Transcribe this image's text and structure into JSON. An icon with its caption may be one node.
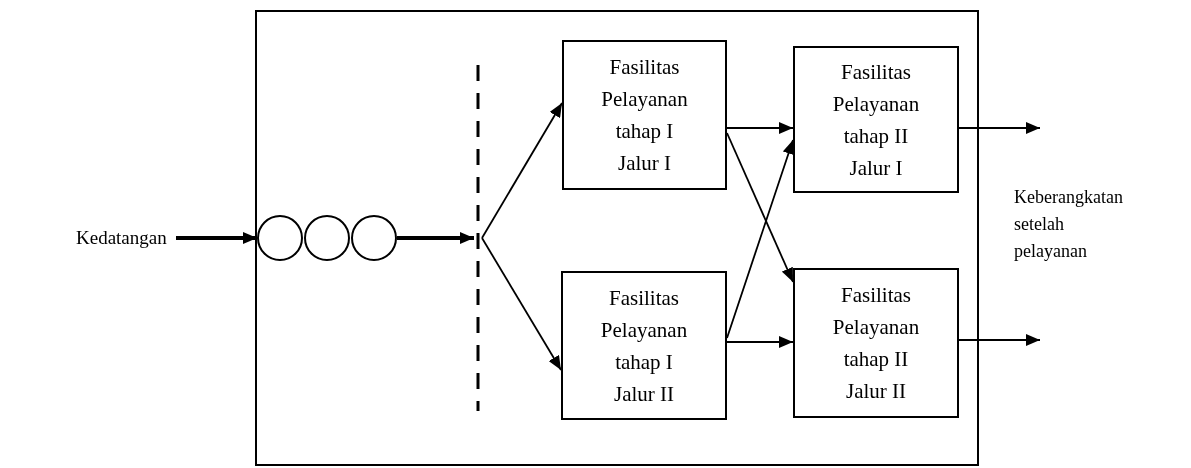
{
  "diagram": {
    "nodes": [
      {
        "text": [
          "Kedatangan"
        ]
      },
      {
        "text": [],
        "shape": "box"
      },
      {
        "text": [],
        "shape": "circle",
        "in": 1
      },
      {
        "text": [],
        "shape": "circle",
        "in": 1
      },
      {
        "text": [],
        "shape": "circle",
        "in": 1
      },
      {
        "text": [],
        "shape": "bar",
        "in": 1
      },
      {
        "text": [
          "Fasilitas Pelayanan tahap I Jalur I"
        ],
        "in": 1
      },
      {
        "text": [
          "Fasilitas Pelayanan tahap II Jalur I"
        ],
        "in": 1
      },
      {
        "text": [
          "Fasilitas Pelayanan tahap I Jalur II"
        ],
        "in": 1
      },
      {
        "text": [
          "Fasilitas Pelayanan tahap II Jalur II"
        ],
        "in": 1
      }
    ],
    "edges": [
      {
        "from": 0,
        "to": 2,
        "arrow": "to",
        "style": "thick"
      },
      {
        "from": 4,
        "to": 5,
        "arrow": "to",
        "style": "thick"
      },
      {
        "from": 5,
        "to": 6,
        "arrow": "to"
      },
      {
        "from": 5,
        "to": 8,
        "arrow": "to"
      },
      {
        "from": 6,
        "to": 7,
        "arrow": "to"
      },
      {
        "from": 6,
        "to": 9,
        "arrow": "to"
      },
      {
        "from": 8,
        "to": 7,
        "arrow": "to"
      },
      {
        "from": 8,
        "to": 9,
        "arrow": "to"
      },
      {
        "from": 7,
        "to": null,
        "arrow": "to"
      },
      {
        "from": 9,
        "to": null,
        "arrow": "to"
      }
    ],
    "labels": [
      "Keberangkatan setelah pelayanan"
    ]
  }
}
